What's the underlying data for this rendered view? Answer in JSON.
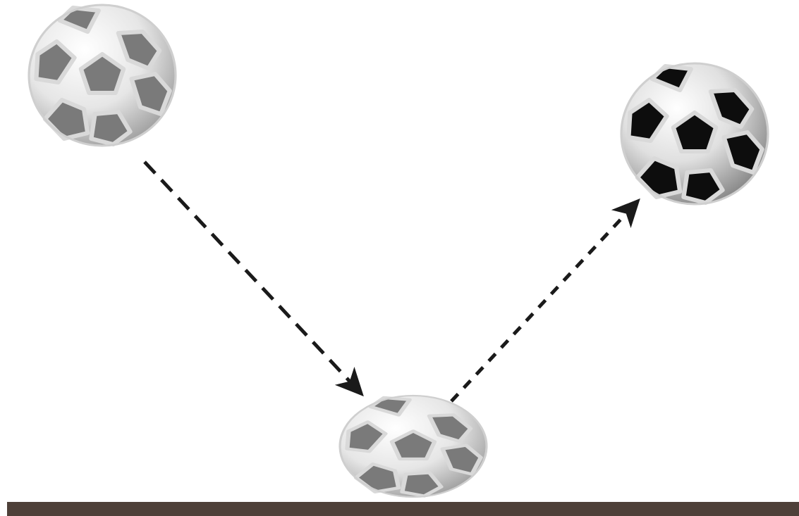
{
  "colors": {
    "background": "#ffffff",
    "ground": "#4e4039",
    "path": "#1a1a1a",
    "ball_white": "#f2f2f2",
    "ball_seam": "#bdbdbd",
    "patch_gray": "#7a7a7a",
    "patch_black": "#0d0d0d"
  },
  "balls": [
    {
      "name": "falling-ball",
      "state": "before bounce",
      "patch_color": "gray"
    },
    {
      "name": "squashed-ball",
      "state": "impact",
      "patch_color": "gray"
    },
    {
      "name": "rising-ball",
      "state": "after bounce",
      "patch_color": "black"
    }
  ],
  "paths": [
    {
      "name": "incoming-path",
      "style": "dashed",
      "arrow": true
    },
    {
      "name": "outgoing-path",
      "style": "dashed",
      "arrow": true
    }
  ],
  "ground": {
    "present": true
  }
}
